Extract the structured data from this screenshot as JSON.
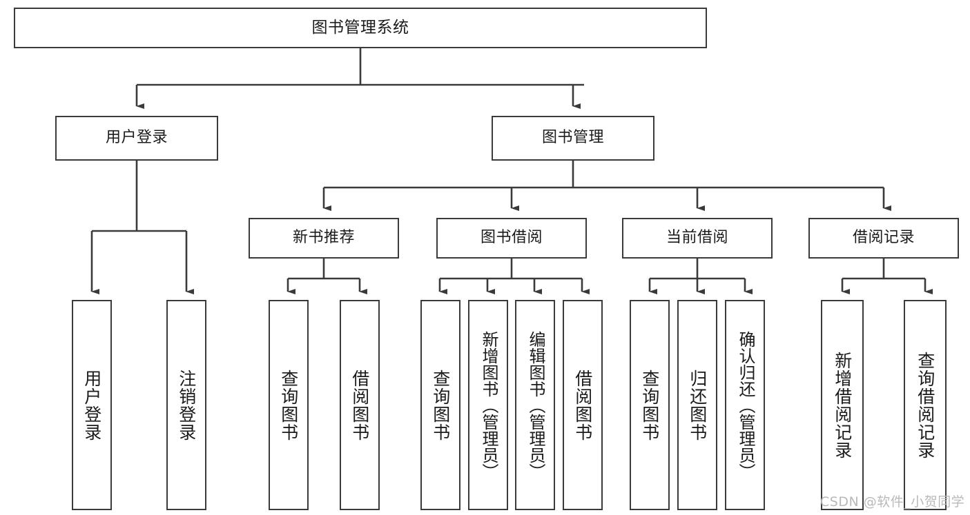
{
  "diagram": {
    "kind": "tree-hierarchy-chart",
    "title": "图书管理系统",
    "colors": {
      "box_border": "#3a3a3a",
      "box_fill": "#ffffff",
      "connector": "#3a3a3a",
      "text": "#1a1a1a",
      "watermark": "#b9b9b9",
      "background": "#ffffff"
    },
    "levels": {
      "level1": [
        {
          "id": "root",
          "label": "图书管理系统"
        }
      ],
      "level2": [
        {
          "id": "login",
          "label": "用户登录"
        },
        {
          "id": "bookmgmt",
          "label": "图书管理"
        }
      ],
      "level3": [
        {
          "id": "newbook",
          "label": "新书推荐",
          "parent": "bookmgmt"
        },
        {
          "id": "borrow",
          "label": "图书借阅",
          "parent": "bookmgmt"
        },
        {
          "id": "current",
          "label": "当前借阅",
          "parent": "bookmgmt"
        },
        {
          "id": "record",
          "label": "借阅记录",
          "parent": "bookmgmt"
        }
      ],
      "leaves": [
        {
          "id": "leaf-login-1",
          "label": "用户登录",
          "parent": "login"
        },
        {
          "id": "leaf-login-2",
          "label": "注销登录",
          "parent": "login"
        },
        {
          "id": "leaf-newbook-1",
          "label": "查询图书",
          "parent": "newbook"
        },
        {
          "id": "leaf-newbook-2",
          "label": "借阅图书",
          "parent": "newbook"
        },
        {
          "id": "leaf-borrow-1",
          "label": "查询图书",
          "parent": "borrow"
        },
        {
          "id": "leaf-borrow-2",
          "label": "新增图书（管理员）",
          "parent": "borrow"
        },
        {
          "id": "leaf-borrow-3",
          "label": "编辑图书（管理员）",
          "parent": "borrow"
        },
        {
          "id": "leaf-borrow-4",
          "label": "借阅图书",
          "parent": "borrow"
        },
        {
          "id": "leaf-current-1",
          "label": "查询图书",
          "parent": "current"
        },
        {
          "id": "leaf-current-2",
          "label": "归还图书",
          "parent": "current"
        },
        {
          "id": "leaf-current-3",
          "label": "确认归还（管理员）",
          "parent": "current"
        },
        {
          "id": "leaf-record-1",
          "label": "新增借阅记录",
          "parent": "record"
        },
        {
          "id": "leaf-record-2",
          "label": "查询借阅记录",
          "parent": "record"
        }
      ]
    }
  },
  "watermark": {
    "text": "CSDN @软件_小贺同学"
  }
}
